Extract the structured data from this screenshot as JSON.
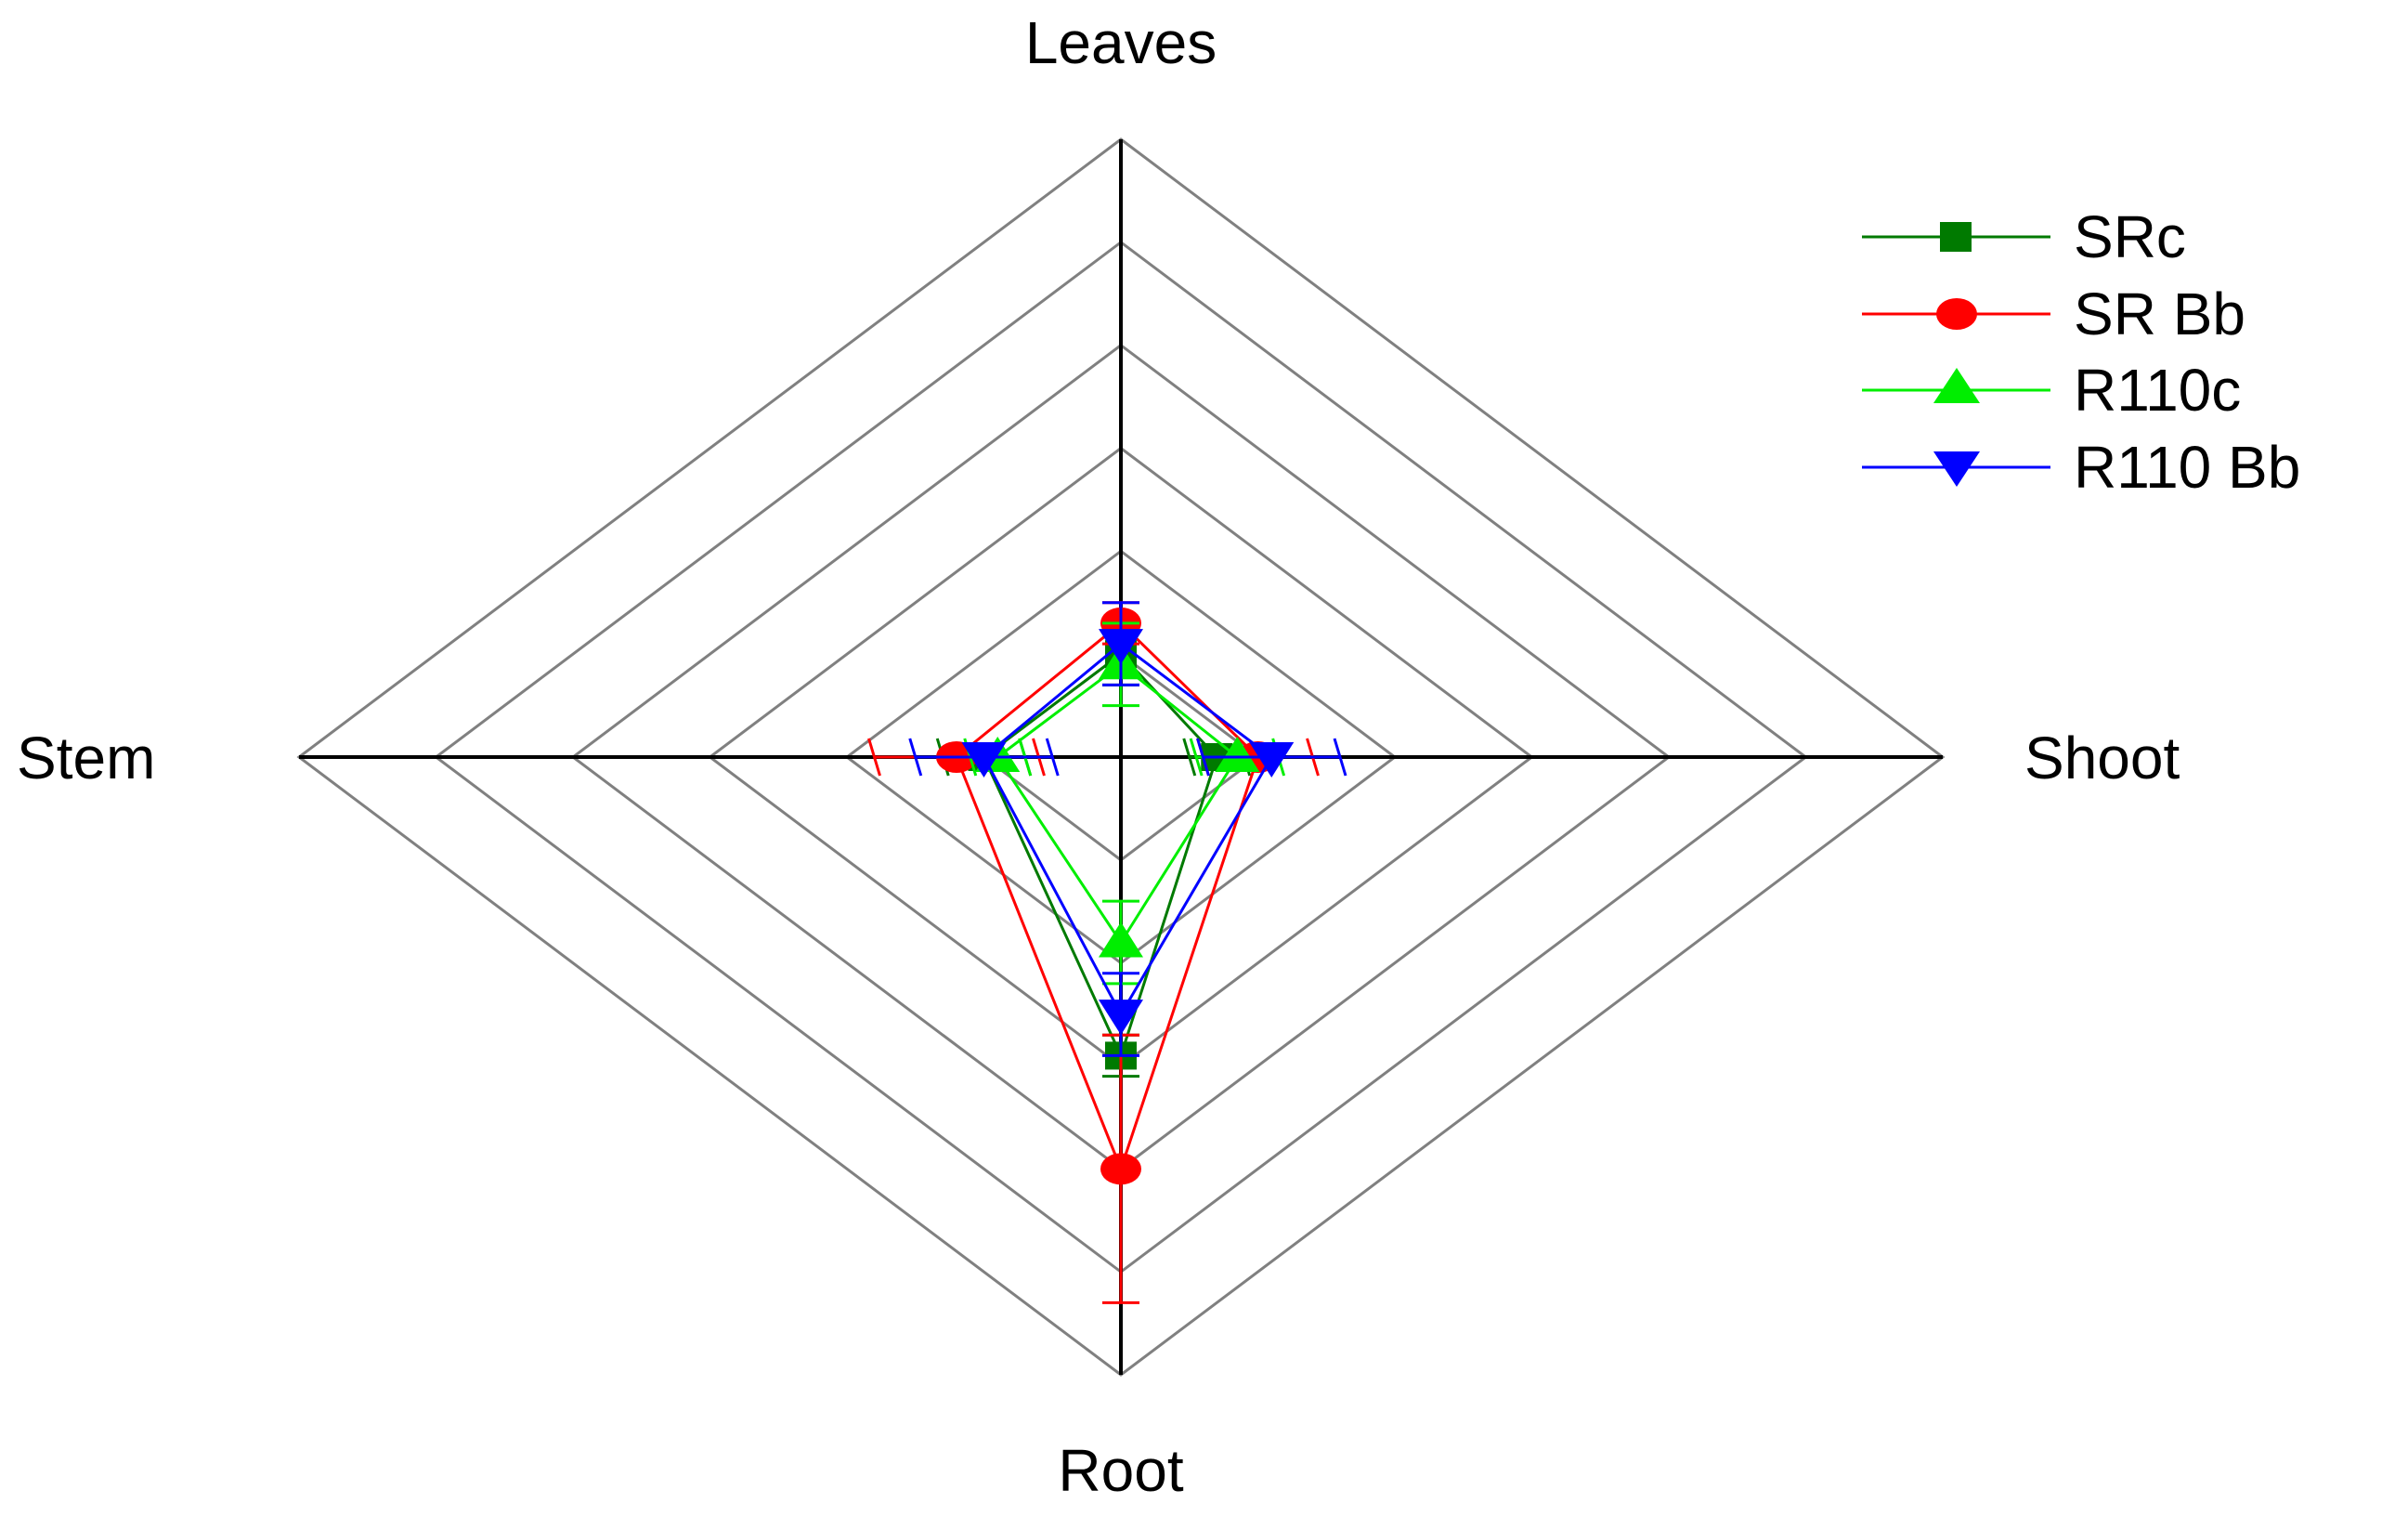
{
  "chart_data": {
    "type": "radar",
    "axes": [
      "Leaves",
      "Shoot",
      "Root",
      "Stem"
    ],
    "range": [
      0,
      6
    ],
    "rings": [
      1,
      2,
      3,
      4,
      5,
      6
    ],
    "grid": true,
    "legend_position": "top-right",
    "series": [
      {
        "name": "SRc",
        "color": "#007a00",
        "marker": "square",
        "values": [
          1.0,
          0.7,
          2.9,
          1.0
        ],
        "errors": [
          0.3,
          0.2,
          0.2,
          0.3
        ]
      },
      {
        "name": "SR Bb",
        "color": "#ff0000",
        "marker": "circle",
        "values": [
          1.3,
          1.0,
          4.0,
          1.2
        ],
        "errors": [
          0.2,
          0.4,
          1.3,
          0.6
        ]
      },
      {
        "name": "R110c",
        "color": "#00ee00",
        "marker": "triangle-up",
        "values": [
          0.9,
          0.85,
          1.8,
          0.9
        ],
        "errors": [
          0.4,
          0.3,
          0.4,
          0.2
        ]
      },
      {
        "name": "R110 Bb",
        "color": "#0000ff",
        "marker": "triangle-down",
        "values": [
          1.1,
          1.1,
          2.5,
          1.0
        ],
        "errors": [
          0.4,
          0.5,
          0.4,
          0.5
        ]
      }
    ]
  }
}
